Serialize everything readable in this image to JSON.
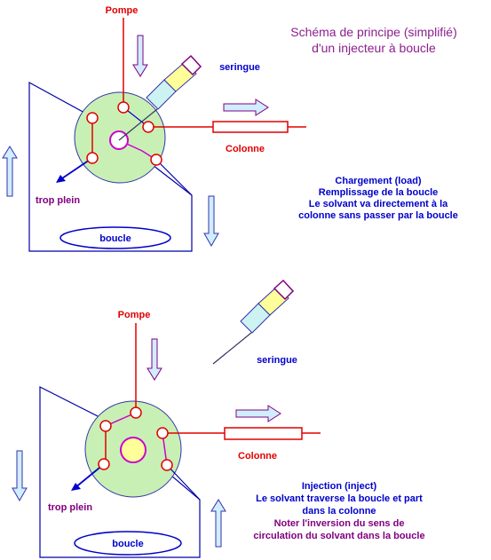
{
  "title": {
    "line1": "Schéma de principe (simplifié)",
    "line2": "d'un injecteur à boucle"
  },
  "colors": {
    "red": "#e00000",
    "blue": "#0000cc",
    "purple": "#cc00cc",
    "dark_purple": "#800080",
    "green_disk": "#c8f0b4",
    "arrow_fill": "#d0eeff",
    "yellow": "#ffff99"
  },
  "load": {
    "pompe": "Pompe",
    "seringue": "seringue",
    "colonne": "Colonne",
    "trop_plein": "trop plein",
    "boucle": "boucle",
    "desc": [
      "Chargement (load)",
      "Remplissage de la boucle",
      "Le solvant va directement à la",
      "colonne sans passer par la boucle"
    ]
  },
  "inject": {
    "pompe": "Pompe",
    "seringue": "seringue",
    "colonne": "Colonne",
    "trop_plein": "trop plein",
    "boucle": "boucle",
    "desc_blue": [
      "Injection (inject)",
      "Le solvant traverse la boucle et part",
      "dans la colonne"
    ],
    "desc_purple": [
      "Noter l'inversion du sens de",
      "circulation du solvant dans la boucle"
    ]
  }
}
